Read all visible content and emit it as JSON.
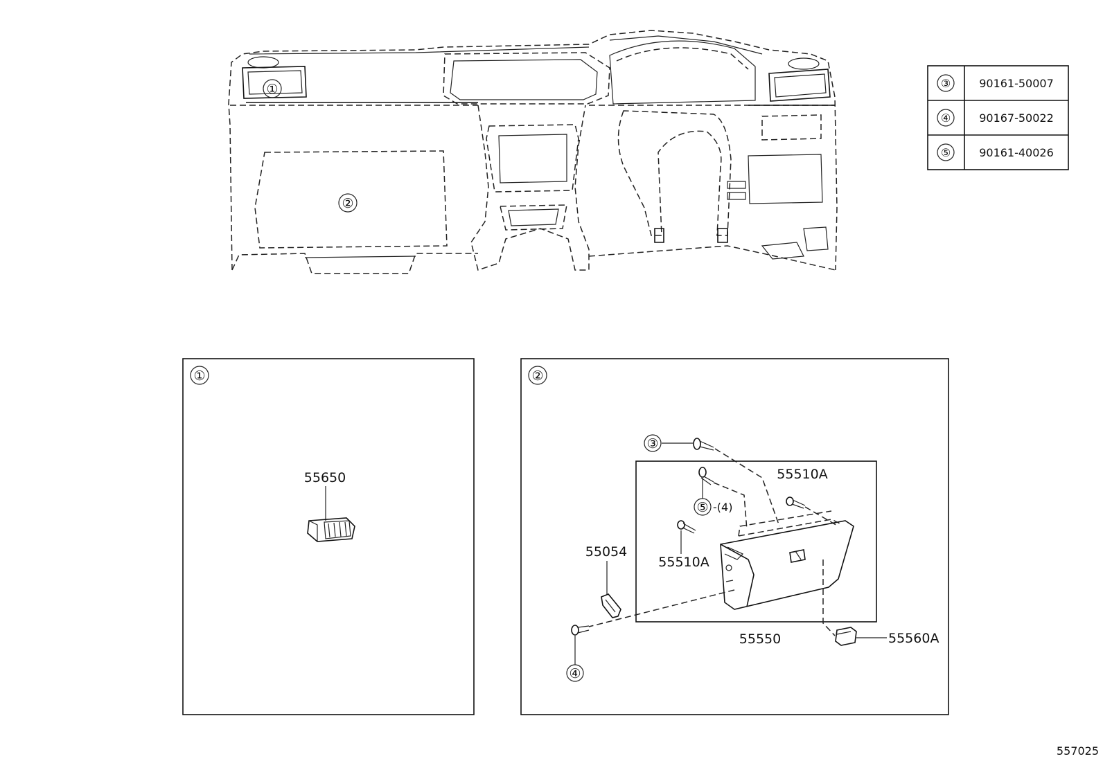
{
  "overview": {
    "callouts": [
      "①",
      "②"
    ]
  },
  "fastener_table": {
    "rows": [
      {
        "key": "③",
        "part": "90161-50007"
      },
      {
        "key": "④",
        "part": "90167-50022"
      },
      {
        "key": "⑤",
        "part": "90161-40026"
      }
    ]
  },
  "detail_1": {
    "marker": "①",
    "parts": {
      "vent": "55650"
    }
  },
  "detail_2": {
    "marker": "②",
    "callout_3": "③",
    "callout_4": "④",
    "callout_5": "⑤",
    "qty_5": "-(4)",
    "parts": {
      "stopper_upper": "55510A",
      "stopper_lower": "55510A",
      "hinge_pin": "55054",
      "glove_box": "55550",
      "lock": "55560A"
    }
  },
  "illustration_id": "557025"
}
